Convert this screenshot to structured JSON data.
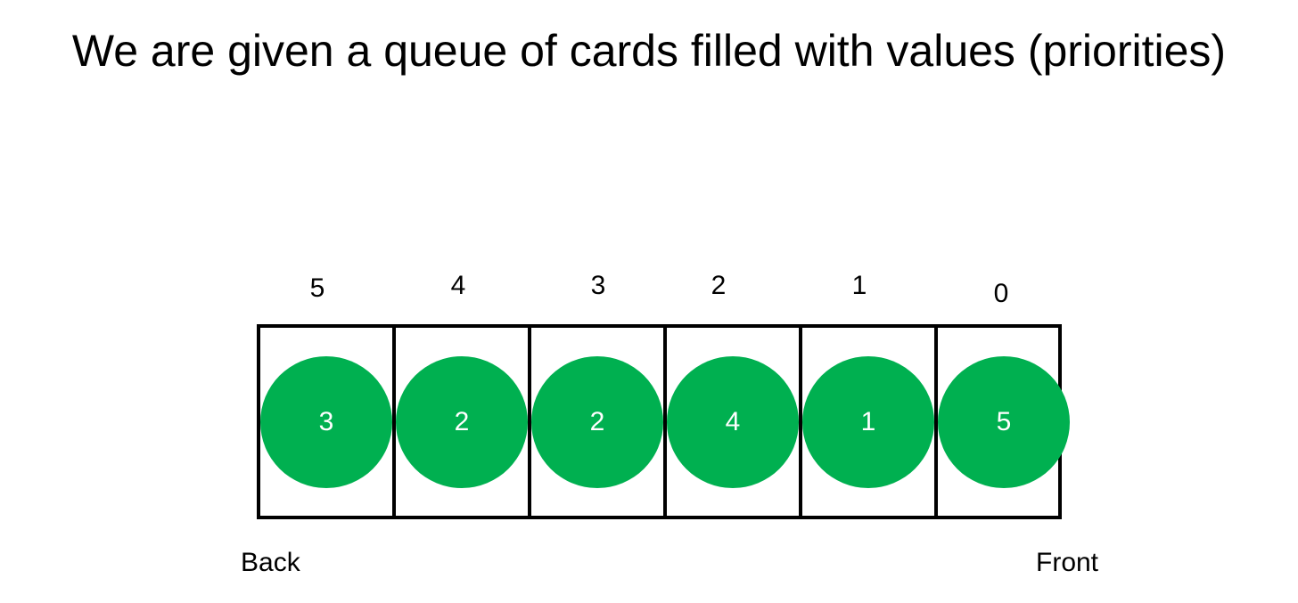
{
  "title": "We are given a queue of cards filled with values (priorities)",
  "colors": {
    "card_fill": "#00b050",
    "card_text": "#ffffff",
    "border": "#000000"
  },
  "queue": {
    "indices": [
      "5",
      "4",
      "3",
      "2",
      "1",
      "0"
    ],
    "cards": [
      "3",
      "2",
      "2",
      "4",
      "1",
      "5"
    ]
  },
  "labels": {
    "back": "Back",
    "front": "Front"
  }
}
